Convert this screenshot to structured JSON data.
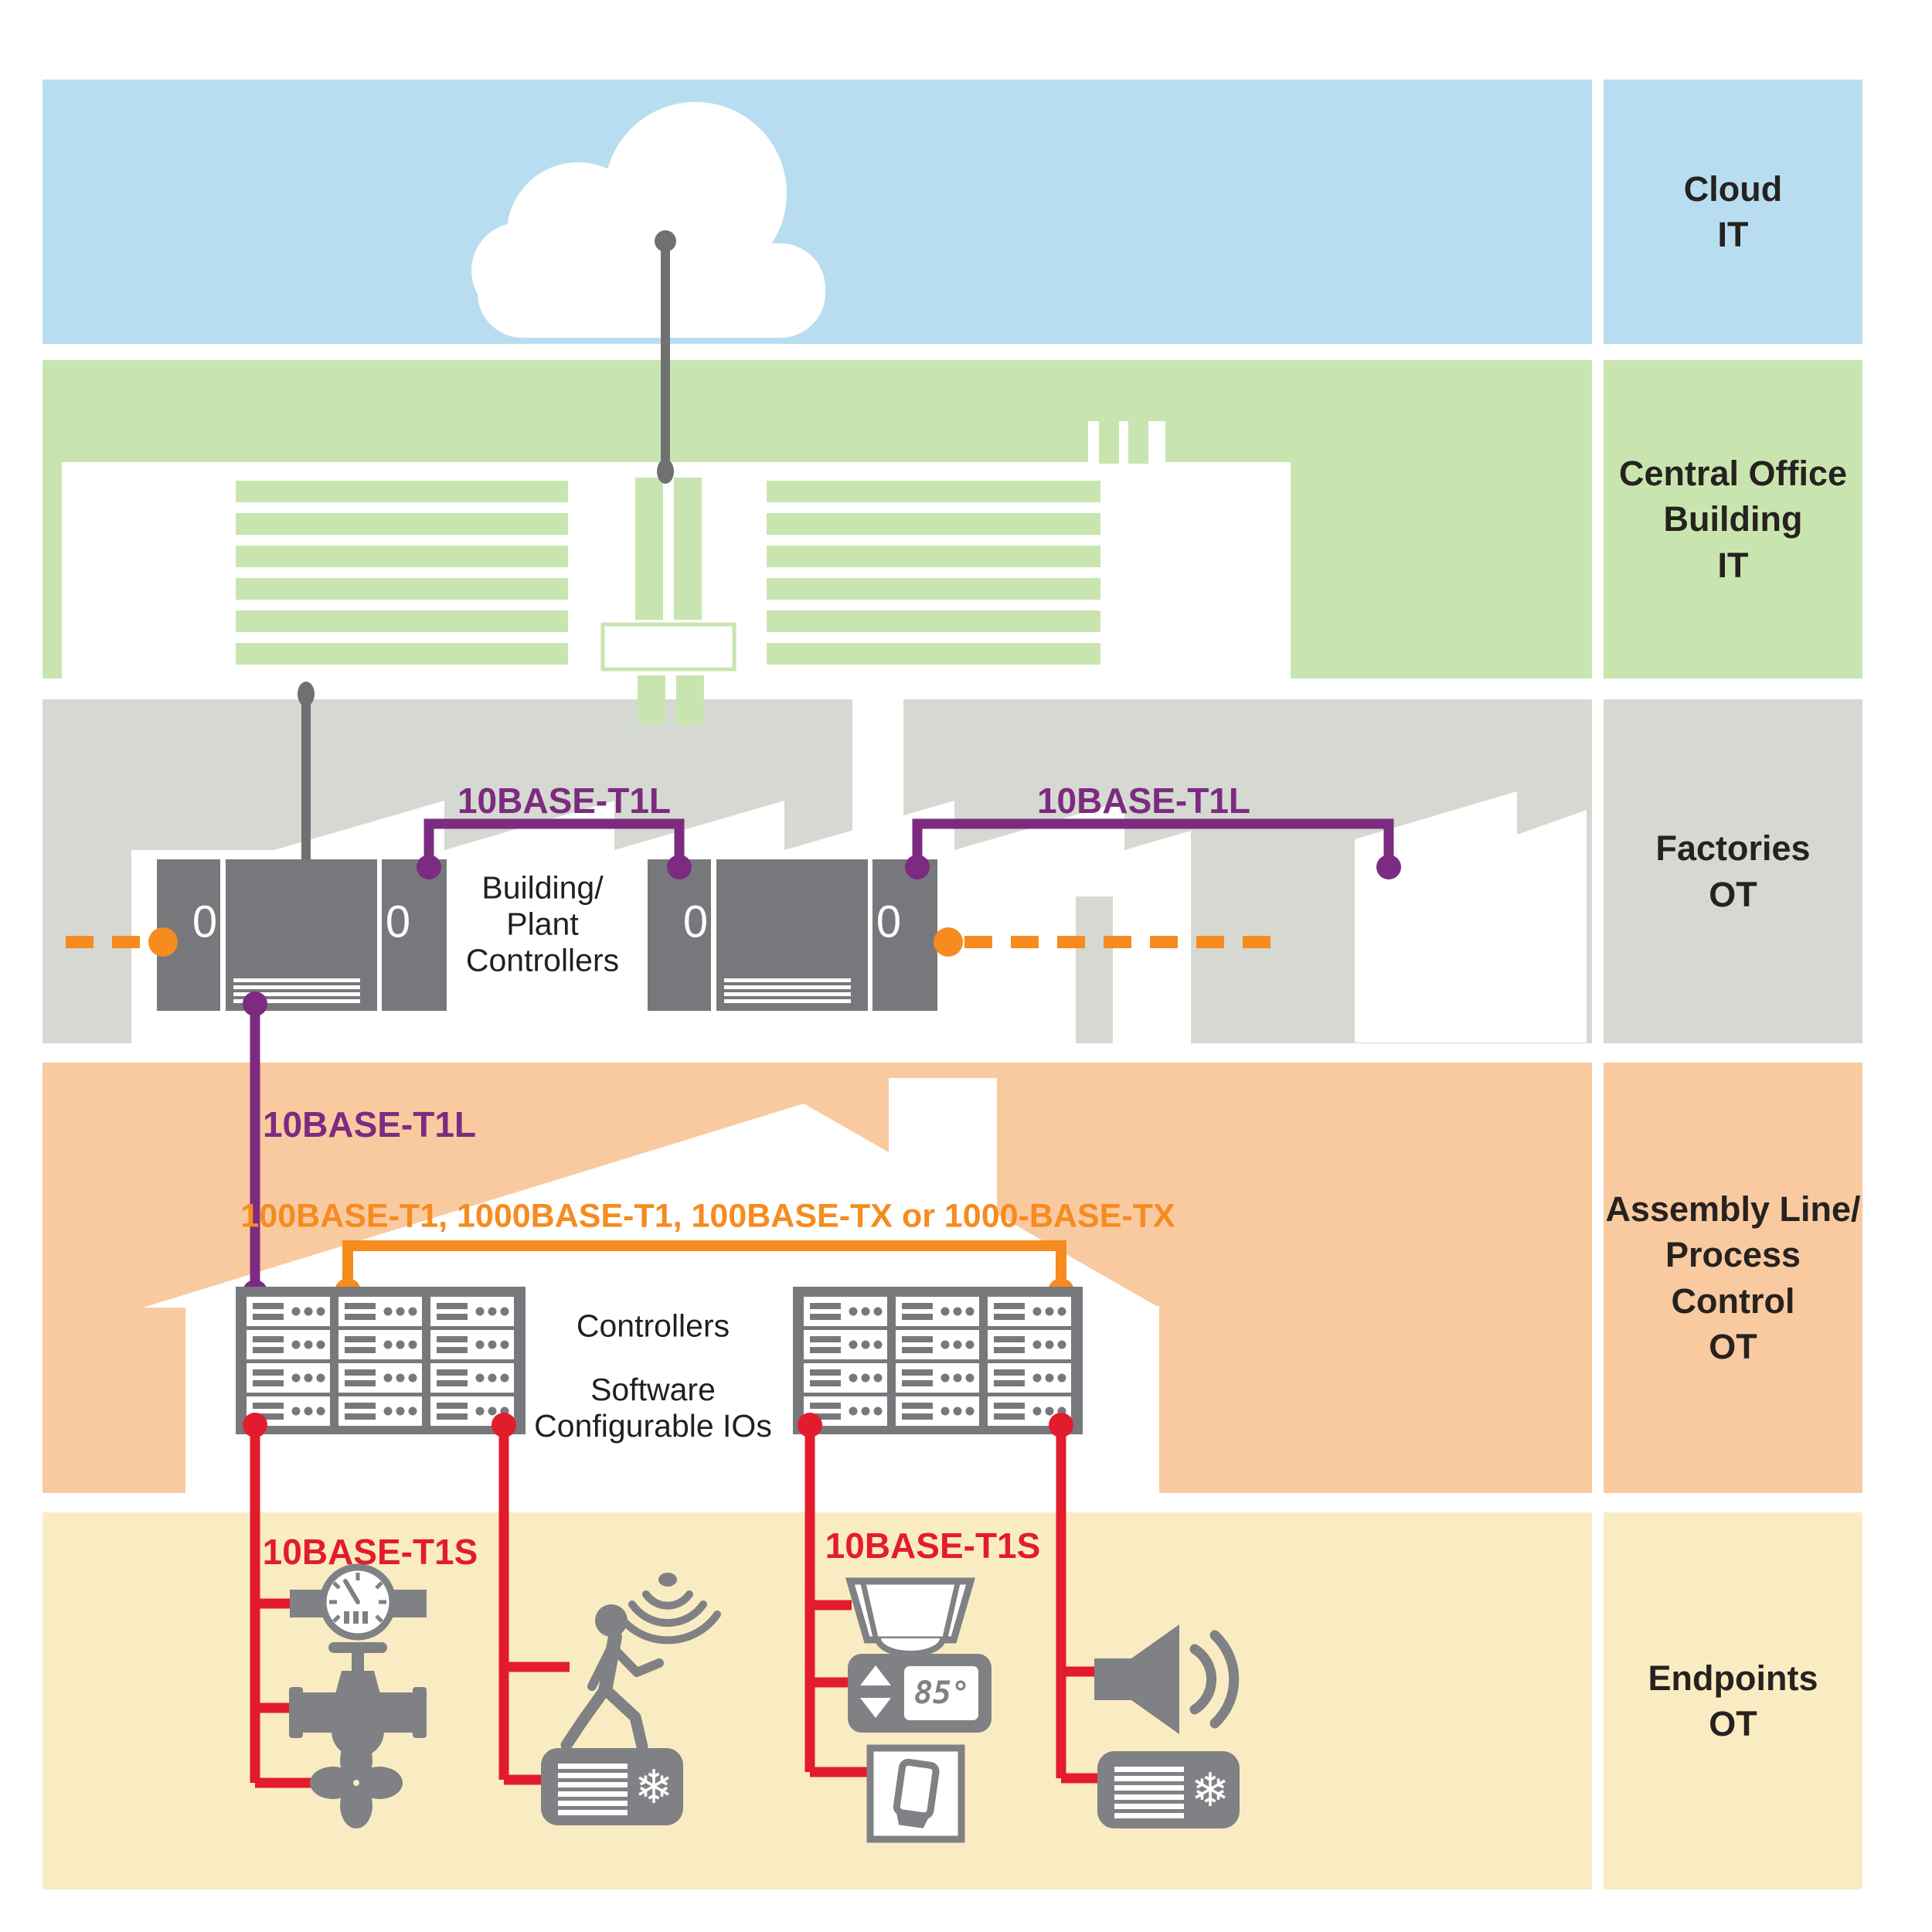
{
  "side_labels": [
    {
      "id": "cloud",
      "lines": [
        "Cloud",
        "IT"
      ],
      "color": "#b9ddf0"
    },
    {
      "id": "central-office",
      "lines": [
        "Central Office",
        "Building",
        "IT"
      ],
      "color": "#c9e5af"
    },
    {
      "id": "factories",
      "lines": [
        "Factories",
        "OT"
      ],
      "color": "#d5d9d1"
    },
    {
      "id": "assembly",
      "lines": [
        "Assembly Line/",
        "Process Control",
        "OT"
      ],
      "color": "#f9caa0"
    },
    {
      "id": "endpoints",
      "lines": [
        "Endpoints",
        "OT"
      ],
      "color": "#faecc2"
    }
  ],
  "factories_layer": {
    "controllers_label_lines": [
      "Building/",
      "Plant",
      "Controllers"
    ],
    "port_glyph": "0",
    "link_left_label": "10BASE-T1L",
    "link_right_label": "10BASE-T1L"
  },
  "assembly_layer": {
    "uplink_label": "10BASE-T1L",
    "bus_label": "100BASE-T1, 1000BASE-T1, 100BASE-TX or 1000-BASE-TX",
    "controllers_label": "Controllers",
    "software_label_lines": [
      "Software",
      "Configurable IOs"
    ]
  },
  "endpoints_layer": {
    "left_link_label": "10BASE-T1S",
    "right_link_label": "10BASE-T1S",
    "thermostat_reading": "85°",
    "snowflake_glyph": "❄",
    "icon_names": [
      "water-meter-icon",
      "valve-icon",
      "fan-icon",
      "motion-sensor-icon",
      "ac-unit-icon",
      "ceiling-light-icon",
      "thermostat-icon",
      "light-switch-icon",
      "speaker-icon",
      "ac-unit-icon"
    ]
  },
  "colors": {
    "band_cloud": "#b9ddf0",
    "band_green": "#c9e5af",
    "band_gray": "#d5d9d1",
    "band_orange": "#f9caa0",
    "band_yellow": "#faecc2",
    "purple": "#7c2b80",
    "orange_accent": "#f68b1f",
    "red": "#e31c2d",
    "device_gray": "#77787b",
    "icon_gray": "#7f8184",
    "connector_gray": "#6f7072"
  }
}
